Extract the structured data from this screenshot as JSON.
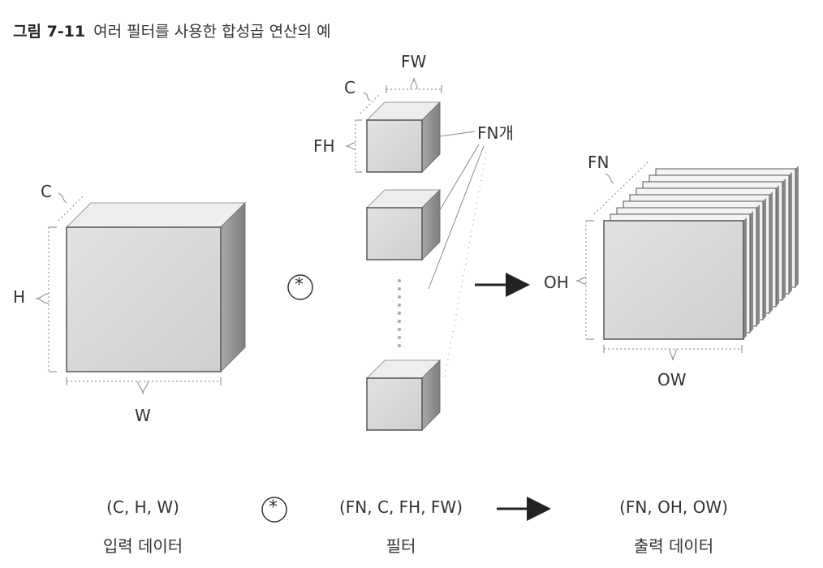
{
  "caption": {
    "number": "그림 7-11",
    "text": "여러 필터를 사용한 합성곱 연산의 예"
  },
  "labels": {
    "input_c": "C",
    "input_h": "H",
    "input_w": "W",
    "filter_fw": "FW",
    "filter_c": "C",
    "filter_fh": "FH",
    "filter_fn": "FN개",
    "output_fn": "FN",
    "output_oh": "OH",
    "output_ow": "OW"
  },
  "operator_symbol": "*",
  "bottom": {
    "input_shape": "(C, H, W)",
    "filter_shape": "(FN, C, FH, FW)",
    "output_shape": "(FN, OH, OW)",
    "input_name": "입력 데이터",
    "filter_name": "필터",
    "output_name": "출력 데이터"
  },
  "colors": {
    "face_front": "#dcdcdc",
    "face_top": "#efefef",
    "face_side": "#9a9a9a",
    "line": "#555555",
    "bracket": "#888888"
  }
}
